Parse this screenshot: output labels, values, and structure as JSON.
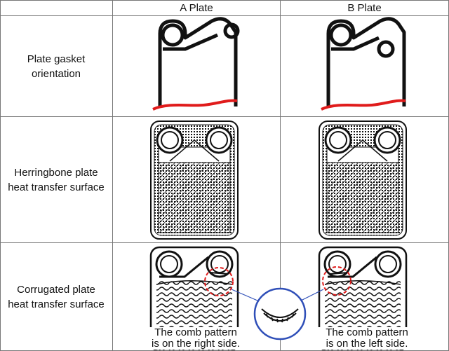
{
  "headers": {
    "a_plate": "A Plate",
    "b_plate": "B Plate"
  },
  "rows": {
    "gasket": {
      "line1": "Plate gasket",
      "line2": "orientation"
    },
    "herringbone": {
      "line1": "Herringbone plate",
      "line2": "heat transfer surface"
    },
    "corrugated": {
      "line1": "Corrugated plate",
      "line2": "heat transfer surface"
    }
  },
  "captions": {
    "a_line1": "The comb pattern",
    "a_line2": "is on the right side.",
    "b_line1": "The comb pattern",
    "b_line2": "is on the left side."
  },
  "colors": {
    "gasket_line": "#e01b1b",
    "highlight_circle": "#e01b1b",
    "zoom_circle": "#2f4fb8"
  }
}
